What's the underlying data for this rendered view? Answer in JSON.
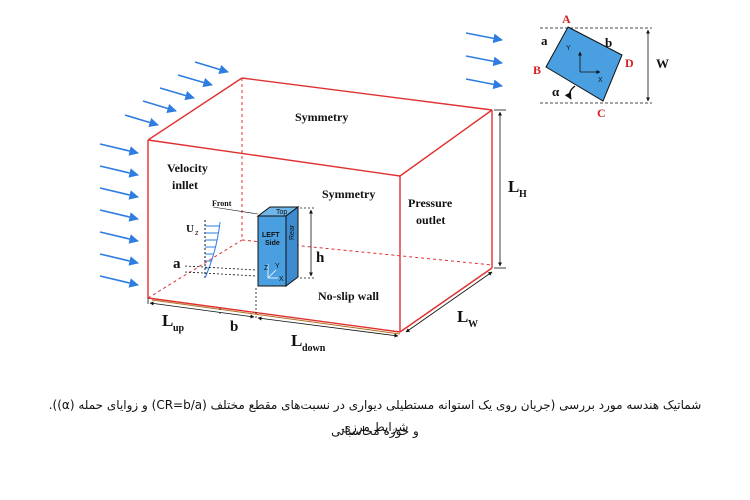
{
  "labels": {
    "symmetry_top": "Symmetry",
    "symmetry_side": "Symmetry",
    "velocity_inlet_1": "Velocity",
    "velocity_inlet_2": "inllet",
    "pressure_outlet_1": "Pressure",
    "pressure_outlet_2": "outlet",
    "no_slip_wall": "No-slip wall",
    "front": "Front",
    "top": "Top",
    "rear": "Rear",
    "left_side_1": "LEFT",
    "left_side_2": "Side",
    "u": "U",
    "u_sub": "z",
    "a_dim": "a",
    "b_dim": "b",
    "h_dim": "h",
    "lh": "L",
    "lh_sub": "H",
    "lw": "L",
    "lw_sub": "W",
    "lup": "L",
    "lup_sub": "up",
    "ldown": "L",
    "ldown_sub": "down",
    "axis_x": "X",
    "axis_y": "Y",
    "axis_z": "Z"
  },
  "inset": {
    "A": "A",
    "B": "B",
    "C": "C",
    "D": "D",
    "a": "a",
    "b": "b",
    "W": "W",
    "alpha": "α",
    "axis_x": "X",
    "axis_y": "Y"
  },
  "caption": {
    "line1": "شماتیک هندسه مورد بررسی (جریان روی یک استوانه مستطیلی دیواری در نسبت‌های مقطع مختلف (CR=b/a) و زوایای حمله (α)). شرایط مرزی",
    "line2": "و حوزه محاسباتی"
  },
  "colors": {
    "domain_edge": "#e03030",
    "arrow": "#2f7de1",
    "cylinder": "#4a9fe0",
    "inset_letter": "#d42020"
  }
}
